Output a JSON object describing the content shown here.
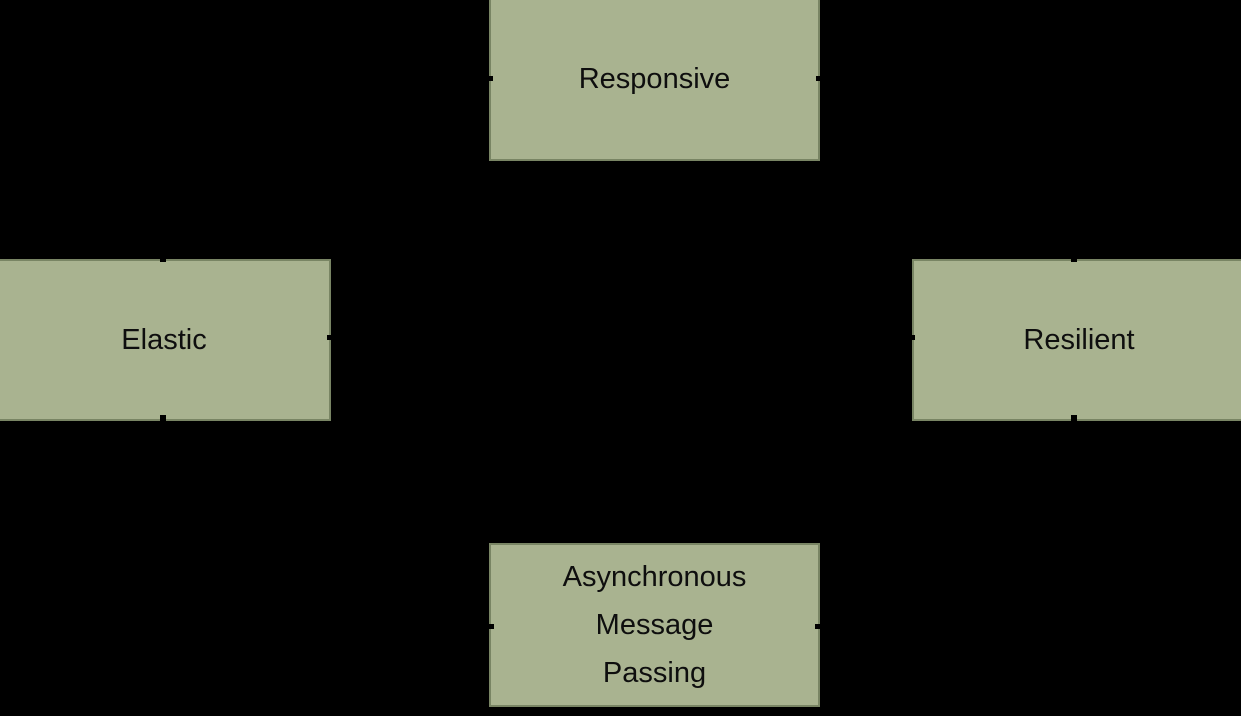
{
  "canvas": {
    "background_color": "#000000"
  },
  "diagram": {
    "type": "block-diagram",
    "style": {
      "node_fill": "#a9b390",
      "node_border": "#798564",
      "text_color": "#0e0e0e"
    },
    "nodes": [
      {
        "id": "responsive",
        "label": "Responsive"
      },
      {
        "id": "elastic",
        "label": "Elastic"
      },
      {
        "id": "resilient",
        "label": "Resilient"
      },
      {
        "id": "async-message-passing",
        "label": "Asynchronous\nMessage\nPassing"
      }
    ]
  }
}
